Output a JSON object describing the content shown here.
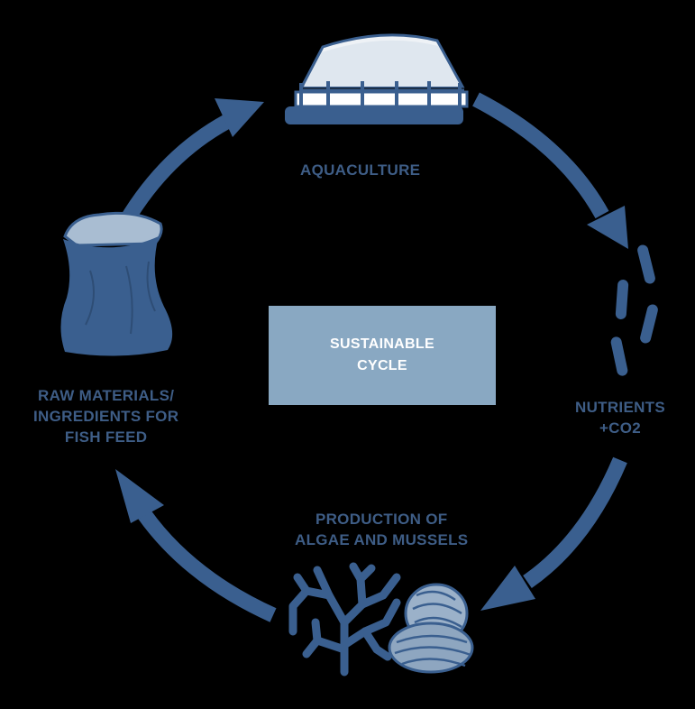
{
  "center": {
    "line1": "SUSTAINABLE",
    "line2": "CYCLE"
  },
  "labels": {
    "aquaculture": "AQUACULTURE",
    "nutrients": {
      "line1": "NUTRIENTS",
      "line2": "+CO2"
    },
    "production": {
      "line1": "PRODUCTION OF",
      "line2": "ALGAE AND MUSSELS"
    },
    "raw_materials": {
      "line1": "RAW MATERIALS/",
      "line2": "INGREDIENTS FOR",
      "line3": "FISH FEED"
    }
  },
  "colors": {
    "background": "#000000",
    "arrow": "#3a5f8f",
    "label_text": "#3e5d86",
    "center_box": "#89a8c2",
    "center_text": "#ffffff"
  },
  "icons": [
    "aquaculture-pen-icon",
    "nutrient-pellets-icon",
    "coral-icon",
    "mussel-shells-icon",
    "feed-sack-icon"
  ]
}
